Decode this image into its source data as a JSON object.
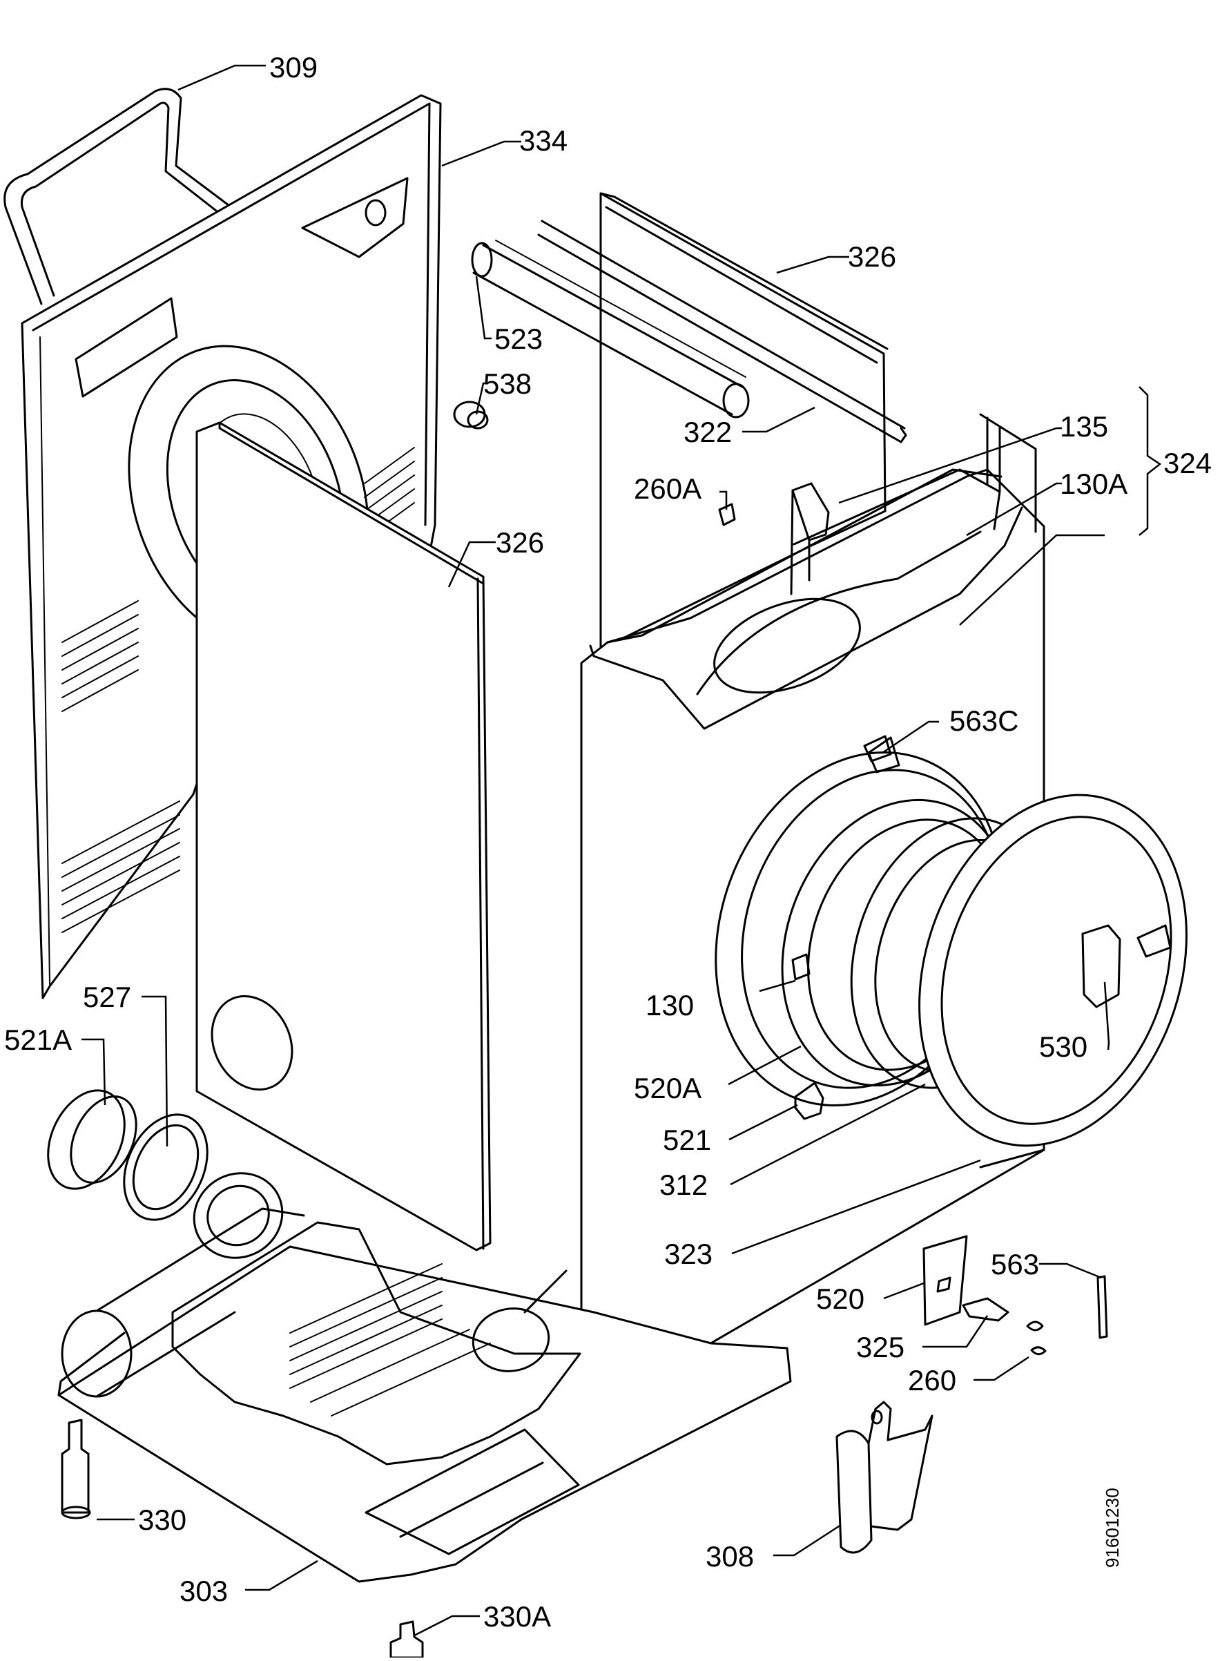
{
  "document_number": "91601230",
  "labels": {
    "p309": "309",
    "p334": "334",
    "p326_top": "326",
    "p523": "523",
    "p538": "538",
    "p322": "322",
    "p135": "135",
    "p324": "324",
    "p130a": "130A",
    "p260a": "260A",
    "p326_mid": "326",
    "p563c": "563C",
    "p527": "527",
    "p521a": "521A",
    "p130": "130",
    "p530": "530",
    "p520a": "520A",
    "p521": "521",
    "p312": "312",
    "p323": "323",
    "p563": "563",
    "p520": "520",
    "p325": "325",
    "p260": "260",
    "p330": "330",
    "p303": "303",
    "p308": "308",
    "p330a": "330A"
  }
}
